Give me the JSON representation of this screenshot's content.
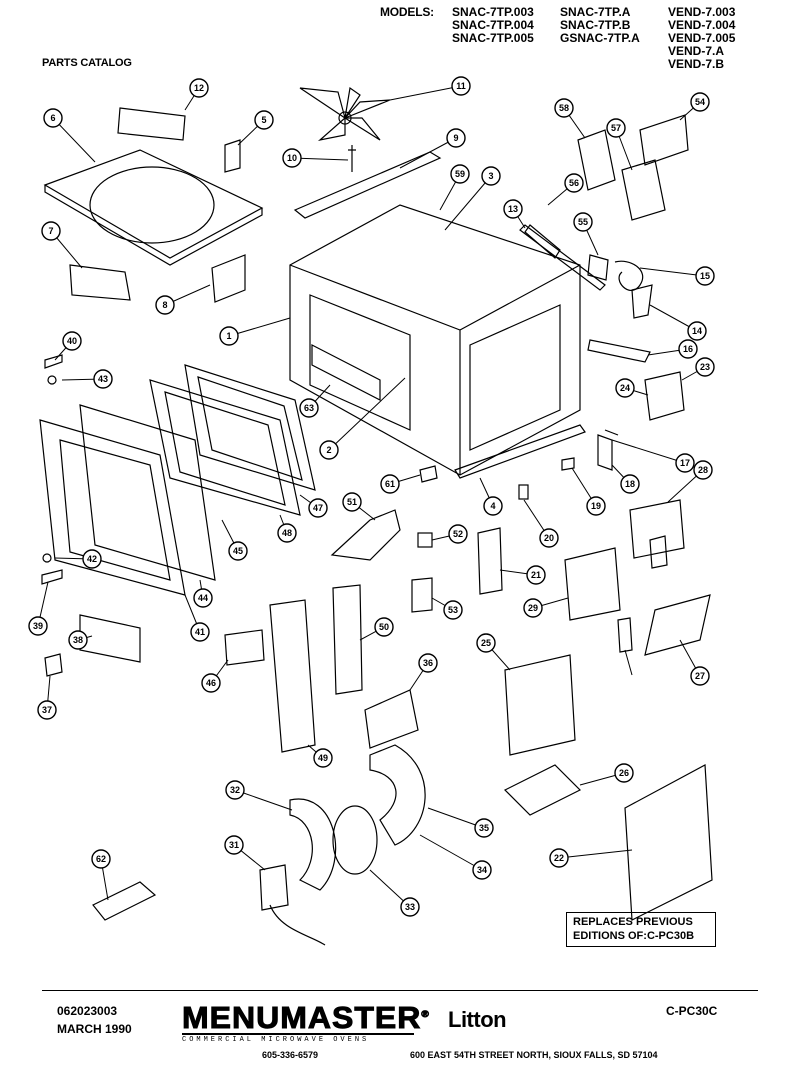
{
  "header": {
    "models_label": "MODELS:",
    "model_columns": [
      [
        "SNAC-7TP.003",
        "SNAC-7TP.004",
        "SNAC-7TP.005"
      ],
      [
        "SNAC-7TP.A",
        "SNAC-7TP.B",
        "GSNAC-7TP.A"
      ],
      [
        "VEND-7.003",
        "VEND-7.004",
        "VEND-7.005",
        "VEND-7.A",
        "VEND-7.B"
      ]
    ],
    "catalog_title": "PARTS CATALOG"
  },
  "callouts": [
    "1",
    "2",
    "3",
    "4",
    "5",
    "6",
    "7",
    "8",
    "9",
    "10",
    "11",
    "12",
    "13",
    "14",
    "15",
    "16",
    "17",
    "18",
    "19",
    "20",
    "21",
    "22",
    "23",
    "24",
    "25",
    "26",
    "27",
    "28",
    "29",
    "31",
    "32",
    "33",
    "34",
    "35",
    "36",
    "37",
    "38",
    "39",
    "40",
    "41",
    "42",
    "43",
    "44",
    "45",
    "46",
    "47",
    "48",
    "49",
    "50",
    "51",
    "52",
    "53",
    "54",
    "55",
    "56",
    "57",
    "58",
    "59",
    "61",
    "62",
    "63"
  ],
  "notice": {
    "line1": "REPLACES PREVIOUS",
    "line2": "EDITIONS OF:C-PC30B"
  },
  "footer": {
    "part_number": "062023003",
    "date": "MARCH 1990",
    "brand": "MENUMASTER",
    "brand_mark": "®",
    "brand_tagline": "COMMERCIAL MICROWAVE OVENS",
    "company": "Litton",
    "catalog_code": "C-PC30C",
    "phone": "605-336-6579",
    "address": "600 EAST 54TH STREET NORTH, SIOUX FALLS, SD  57104"
  }
}
